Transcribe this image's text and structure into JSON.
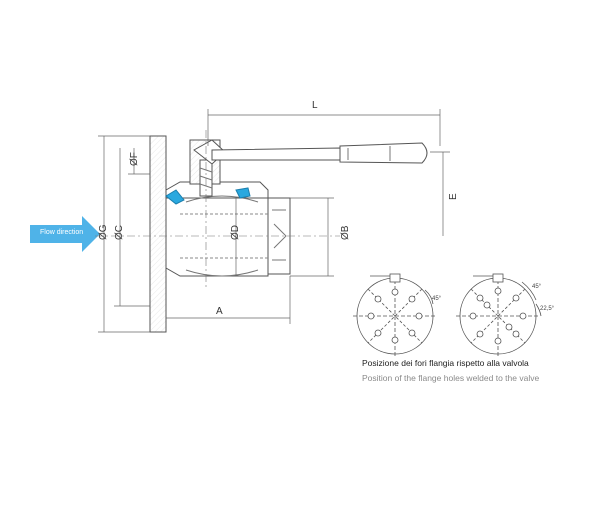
{
  "flow_label": "Flow direction",
  "dimensions": {
    "L": "L",
    "E": "E",
    "A": "A",
    "F": "ØF",
    "G": "ØG",
    "C": "ØC",
    "D": "ØD",
    "B": "ØB"
  },
  "angles": {
    "a45_left": "45°",
    "a45_right": "45°",
    "a22": "22,5°"
  },
  "caption": {
    "italian": "Posizione dei fori flangia rispetto alla valvola",
    "english": "Position of the flange holes welded to the valve"
  },
  "colors": {
    "seal_blue": "#29a8df",
    "arrow_blue": "#4fb3e8",
    "line": "#555555"
  }
}
